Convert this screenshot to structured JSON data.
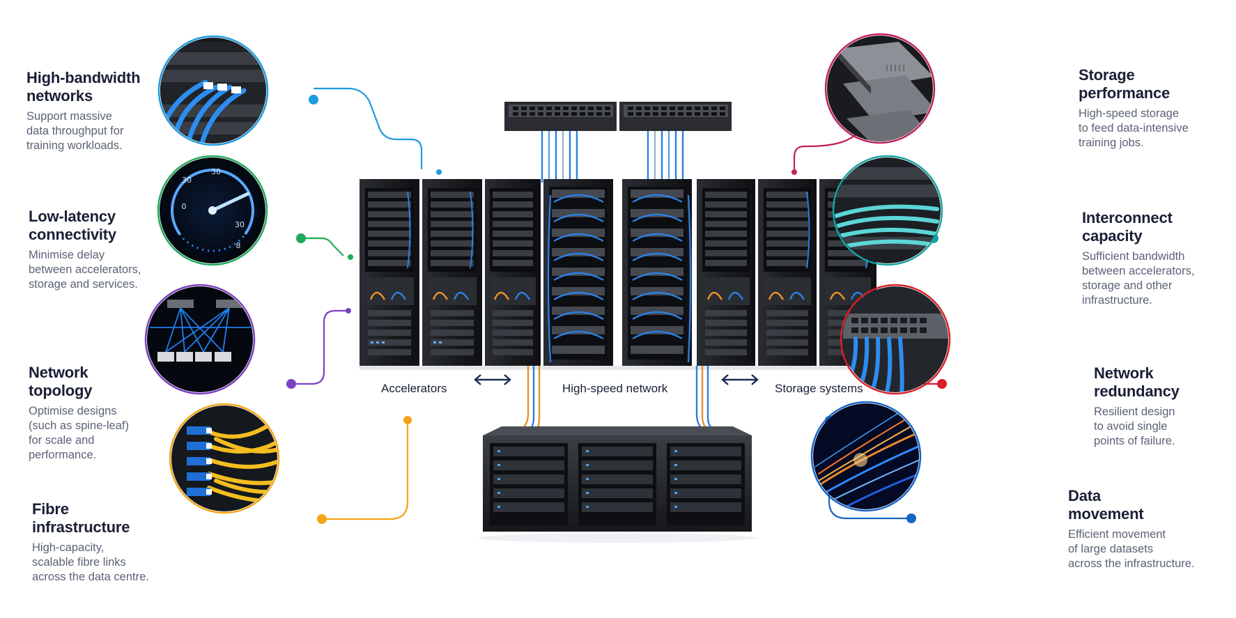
{
  "features": {
    "high_bandwidth": {
      "title": "High-bandwidth\nnetworks",
      "desc": "Support massive\ndata throughput for\ntraining workloads.",
      "color": "#1e9be0",
      "icon": "fibre-switch-ports-icon"
    },
    "low_latency": {
      "title": "Low-latency\nconnectivity",
      "desc": "Minimise delay\nbetween accelerators,\nstorage and services.",
      "color": "#1faa5a",
      "icon": "speedometer-icon"
    },
    "topology": {
      "title": "Network\ntopology",
      "desc": "Optimise designs\n(such as spine-leaf)\nfor scale and\nperformance.",
      "color": "#7b3fc4",
      "icon": "spine-leaf-topology-icon"
    },
    "fibre": {
      "title": "Fibre\ninfrastructure",
      "desc": "High-capacity,\nscalable fibre links\nacross the data centre.",
      "color": "#f2a516",
      "icon": "yellow-fibre-cables-icon"
    },
    "storage_perf": {
      "title": "Storage\nperformance",
      "desc": "High-speed storage\nto feed data-intensive\ntraining jobs.",
      "color": "#c51f5d",
      "icon": "ssd-drives-icon"
    },
    "interconnect": {
      "title": "Interconnect\ncapacity",
      "desc": "Sufficient bandwidth\nbetween accelerators,\nstorage and other\ninfrastructure.",
      "color": "#12a3a0",
      "icon": "teal-cable-bundle-icon"
    },
    "redundancy": {
      "title": "Network\nredundancy",
      "desc": "Resilient design\nto avoid single\npoints of failure.",
      "color": "#d81f2a",
      "icon": "switch-with-cables-icon"
    },
    "data_movement": {
      "title": "Data\nmovement",
      "desc": "Efficient movement\nof large datasets\nacross the infrastructure.",
      "color": "#1565c8",
      "icon": "light-streaks-icon"
    }
  },
  "labels": {
    "accelerators": "Accelerators",
    "network": "High-speed network",
    "storage": "Storage systems"
  },
  "gauge_ticks": [
    "30",
    "30",
    "30",
    "0",
    "8"
  ],
  "colors": {
    "rack": "#1c1e22",
    "cable_blue": "#2d7fe0",
    "cable_orange": "#e8912c",
    "arrow": "#1a2a55"
  }
}
